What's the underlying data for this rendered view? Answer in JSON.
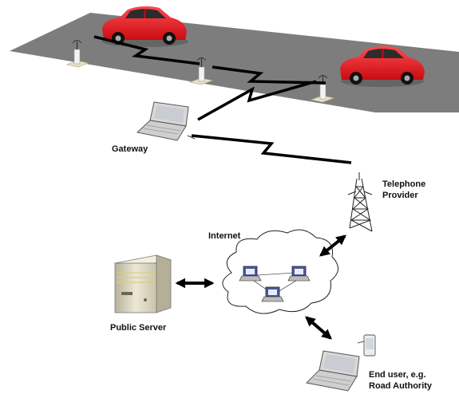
{
  "labels": {
    "gateway": "Gateway",
    "telephone_provider_line1": "Telephone",
    "telephone_provider_line2": "Provider",
    "internet": "Internet",
    "public_server": "Public Server",
    "end_user_line1": "End user, e.g.",
    "end_user_line2": "Road Authority"
  },
  "colors": {
    "road": "#7d7d7d",
    "car_body": "#e0141b",
    "link": "#000000",
    "cloud_fill": "#ffffff",
    "server_body": "#e4e0cc"
  },
  "icons": [
    "car-icon",
    "sensor-antenna-icon",
    "laptop-icon",
    "radio-tower-icon",
    "cloud-icon",
    "server-icon",
    "mobile-phone-icon",
    "wireless-link-icon",
    "double-arrow-icon"
  ]
}
